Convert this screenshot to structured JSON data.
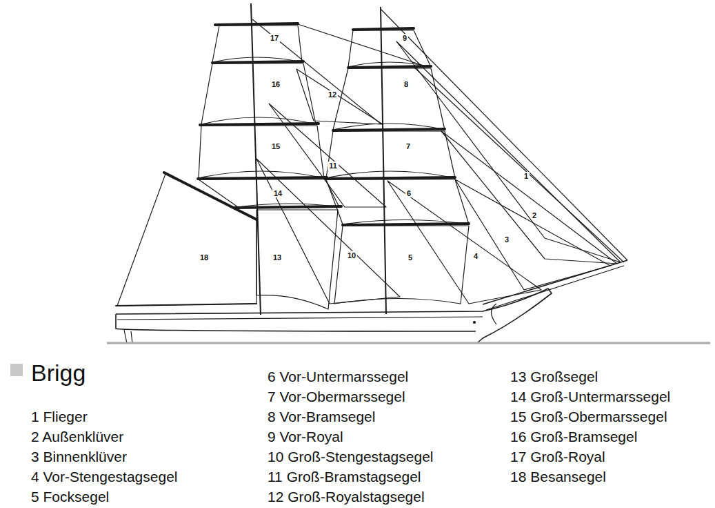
{
  "diagram": {
    "title": "Brigg",
    "labels": [
      "17",
      "9",
      "12",
      "8",
      "16",
      "15",
      "7",
      "11",
      "1",
      "6",
      "14",
      "2",
      "3",
      "18",
      "13",
      "10",
      "5",
      "4",
      "1 Flieger",
      "2 Außenklüver",
      "3 Binnenklüver",
      "4 Vor-Stengestagsegel",
      "5 Focksegel",
      "6 Vor-Untermarssegel",
      "7 Vor-Obermarssegel",
      "8 Vor-Bramsegel",
      "9 Vor-Royal",
      "10 Groß-Stengestagsegel",
      "11 Groß-Bramstagsegel",
      "12 Groß-Royalstagsegel",
      "13 Großsegel",
      "14 Groß-Untermarssegel",
      "15 Groß-Obermarssegel",
      "16 Groß-Bramsegel",
      "17 Groß-Royal",
      "18 Besansegel"
    ]
  }
}
